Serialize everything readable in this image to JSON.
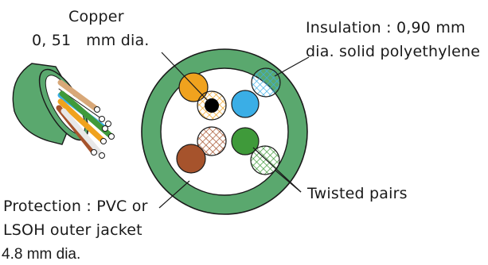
{
  "labels": {
    "copper_line1": "Copper",
    "copper_line2": "0, 51   mm dia.",
    "insulation_line1": "Insulation : 0,90 mm",
    "insulation_line2": "dia. solid polyethylene",
    "twisted_pairs": "Twisted pairs",
    "protection_line1": "Protection : PVC or",
    "protection_line2": "LSOH outer jacket",
    "diameter": "4.8 mm dia."
  },
  "colors": {
    "jacket": "#5aa86e",
    "orange": "#f0a21e",
    "blue": "#3aaee6",
    "brown": "#a6532c",
    "green": "#3f9a3a",
    "black": "#000000"
  }
}
